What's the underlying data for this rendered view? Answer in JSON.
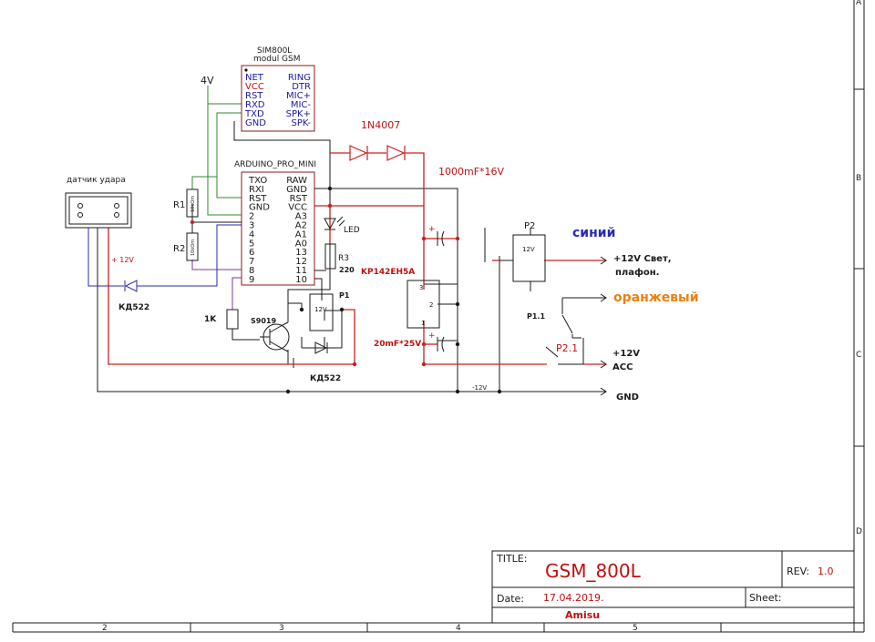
{
  "colors": {
    "black": "#1a1a1a",
    "red": "#cc2020",
    "green": "#2e8b2e",
    "blue": "#2a2ab0",
    "purple": "#7a3a9a",
    "ic_outline": "#8b1a1a",
    "pin_label": "#1a1aa0",
    "pin_label_red": "#c01010",
    "orange": "#ee8010",
    "title_red": "#c01010"
  },
  "sim800": {
    "title_line1": "SIM800L",
    "title_line2": "modul GSM",
    "left_pins": [
      "NET",
      "VCC",
      "RST",
      "RXD",
      "TXD",
      "GND"
    ],
    "right_pins": [
      "RING",
      "DTR",
      "MIC+",
      "MIC-",
      "SPK+",
      "SPK-"
    ],
    "supply": "4V"
  },
  "arduino": {
    "title": "ARDUINO_PRO_MINI",
    "left_pins": [
      "TXO",
      "RXI",
      "RST",
      "GND",
      "2",
      "3",
      "4",
      "5",
      "6",
      "7",
      "8",
      "9"
    ],
    "right_pins": [
      "RAW",
      "GND",
      "RST",
      "VCC",
      "A3",
      "A2",
      "A1",
      "A0",
      "13",
      "12",
      "11",
      "10"
    ]
  },
  "sensor": {
    "label": "датчик удара"
  },
  "labels": {
    "diode_top": "1N4007",
    "cap_big": "1000mF*16V",
    "led": "LED",
    "r3": "R3",
    "r3_val": "220",
    "r1": "R1",
    "r2": "R2",
    "r1_val": "10kOm",
    "r2_val": "10kOm",
    "regulator": "KP142EH5A",
    "reg_pins": [
      "3",
      "2",
      "1"
    ],
    "cap_small": "20mF*25V",
    "plus12": "+ 12V",
    "diode_kd_left": "КД522",
    "diode_kd_mid": "КД522",
    "r_base": "1K",
    "transistor": "S9019",
    "relay_p1": "P1",
    "relay_p1_coil": "12V",
    "relay_p2": "P2",
    "relay_p2_coil": "12V",
    "sinii": "синий",
    "svet_line1": "+12V Свет,",
    "svet_line2": "плафон.",
    "oranzh": "оранжевый",
    "p11": "P1.1",
    "p21": "P2.1",
    "acc_line1": "+12V",
    "acc_line2": "ACC",
    "minus12": "-12V",
    "gnd": "GND",
    "cap_plus": "+"
  },
  "title_block": {
    "title_label": "TITLE:",
    "title_value": "GSM_800L",
    "rev_label": "REV:",
    "rev_value": "1.0",
    "date_label": "Date:",
    "date_value": "17.04.2019.",
    "sheet_label": "Sheet:",
    "author": "Amisu"
  },
  "frame": {
    "col_labels": [
      "2",
      "3",
      "4",
      "5"
    ],
    "row_labels": [
      "A",
      "B",
      "C",
      "D"
    ]
  }
}
